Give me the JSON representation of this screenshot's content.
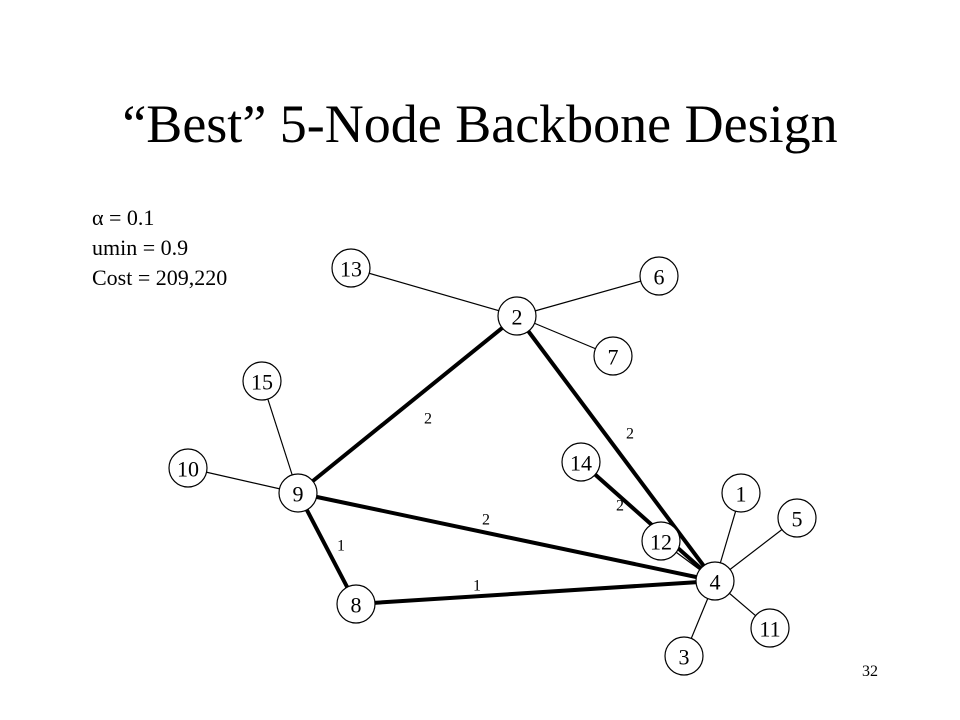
{
  "slide": {
    "title": "“Best” 5-Node Backbone Design",
    "params": [
      "α = 0.1",
      "umin = 0.9",
      "Cost = 209,220"
    ],
    "page_number": "32"
  },
  "graph": {
    "nodes": [
      "1",
      "2",
      "3",
      "4",
      "5",
      "6",
      "7",
      "8",
      "9",
      "10",
      "11",
      "12",
      "13",
      "14",
      "15"
    ],
    "access_links": [
      [
        "13",
        "2"
      ],
      [
        "6",
        "2"
      ],
      [
        "7",
        "2"
      ],
      [
        "15",
        "9"
      ],
      [
        "10",
        "9"
      ],
      [
        "1",
        "4"
      ],
      [
        "5",
        "4"
      ],
      [
        "11",
        "4"
      ],
      [
        "3",
        "4"
      ],
      [
        "12",
        "4"
      ]
    ],
    "backbone_links": [
      {
        "from": "9",
        "to": "2",
        "label": "2"
      },
      {
        "from": "2",
        "to": "4",
        "label": "2"
      },
      {
        "from": "9",
        "to": "4",
        "label": "2"
      },
      {
        "from": "14",
        "to": "4",
        "label": "2"
      },
      {
        "from": "9",
        "to": "8",
        "label": "1"
      },
      {
        "from": "8",
        "to": "4",
        "label": "1"
      }
    ]
  }
}
